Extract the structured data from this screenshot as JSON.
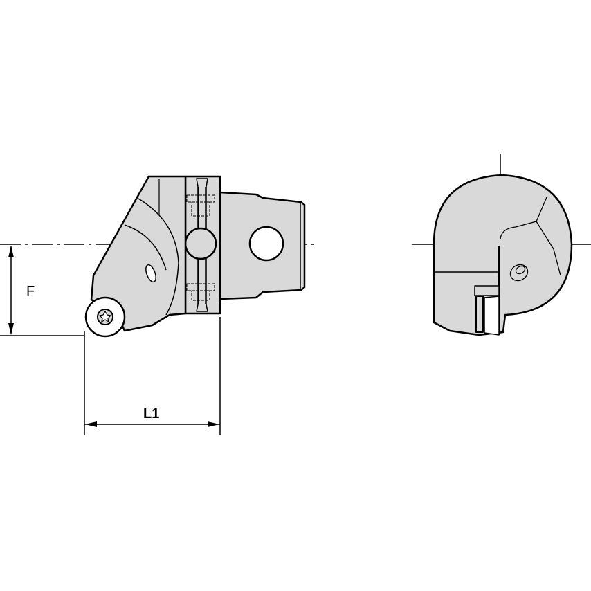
{
  "drawing": {
    "type": "technical-drawing",
    "subject": "tool holder / cutting unit with round insert",
    "views": [
      "side-view",
      "front-view"
    ],
    "fill_color": "#d9d9d9",
    "line_color": "#000000",
    "background": "#ffffff"
  },
  "dimensions": {
    "F": {
      "label": "F",
      "orientation": "vertical"
    },
    "L1": {
      "label": "L1",
      "orientation": "horizontal"
    }
  }
}
